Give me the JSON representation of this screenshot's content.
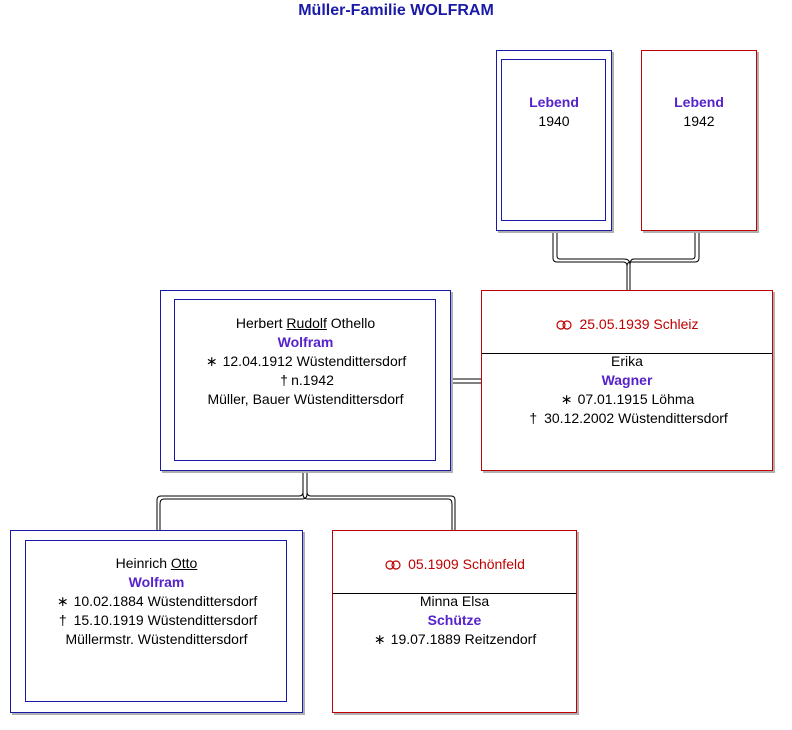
{
  "title": "Müller-Familie WOLFRAM",
  "colors": {
    "blue": "#1a1aa6",
    "red": "#c00000",
    "surname": "#5522cc"
  },
  "grandparents": {
    "father": {
      "label": "Lebend",
      "year": "1940"
    },
    "mother": {
      "label": "Lebend",
      "year": "1942"
    }
  },
  "principal": {
    "given_pre": "Herbert ",
    "given_call": "Rudolf",
    "given_post": " Othello",
    "surname": "Wolfram",
    "birth_symbol": "∗",
    "birth": "12.04.1912 Wüstendittersdorf",
    "death_symbol": "†",
    "death": "n.1942",
    "occupation": "Müller, Bauer Wüstendittersdorf"
  },
  "spouse": {
    "marriage": "25.05.1939 Schleiz",
    "given": "Erika",
    "surname": "Wagner",
    "birth_symbol": "∗",
    "birth": "07.01.1915 Löhma",
    "death_symbol": "†",
    "death": "30.12.2002 Wüstendittersdorf"
  },
  "father": {
    "given_pre": "Heinrich ",
    "given_call": "Otto",
    "surname": "Wolfram",
    "birth_symbol": "∗",
    "birth": "10.02.1884 Wüstendittersdorf",
    "death_symbol": "†",
    "death": "15.10.1919 Wüstendittersdorf",
    "occupation": "Müllermstr. Wüstendittersdorf"
  },
  "mother": {
    "marriage": "05.1909 Schönfeld",
    "given": "Minna Elsa",
    "surname": "Schütze",
    "birth_symbol": "∗",
    "birth": "19.07.1889 Reitzendorf"
  }
}
